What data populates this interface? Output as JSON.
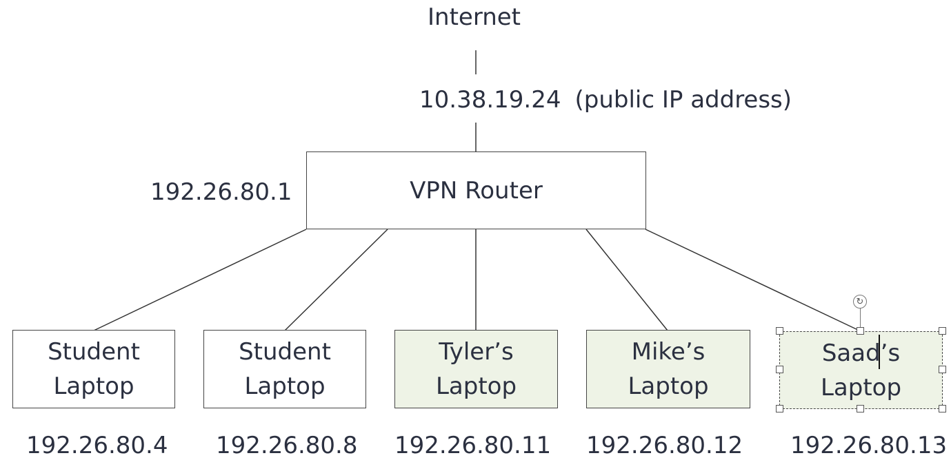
{
  "diagram": {
    "internet_label": "Internet",
    "public_ip": "10.38.19.24",
    "public_ip_note": "(public IP address)",
    "router": {
      "label": "VPN Router",
      "ip": "192.26.80.1"
    },
    "devices": [
      {
        "line1": "Student",
        "line2": "Laptop",
        "ip": "192.26.80.4",
        "fill": "#ffffff"
      },
      {
        "line1": "Student",
        "line2": "Laptop",
        "ip": "192.26.80.8",
        "fill": "#ffffff"
      },
      {
        "line1": "Tyler’s",
        "line2": "Laptop",
        "ip": "192.26.80.11",
        "fill": "#eef3e6"
      },
      {
        "line1": "Mike’s",
        "line2": "Laptop",
        "ip": "192.26.80.12",
        "fill": "#eef3e6"
      },
      {
        "line1": "Saad’s",
        "line2": "Laptop",
        "ip": "192.26.80.13",
        "fill": "#eef3e6",
        "selected": true
      }
    ],
    "line_color": "#333333",
    "text_color": "#2b3040",
    "rotate_icon": "rotate-handle-icon"
  }
}
